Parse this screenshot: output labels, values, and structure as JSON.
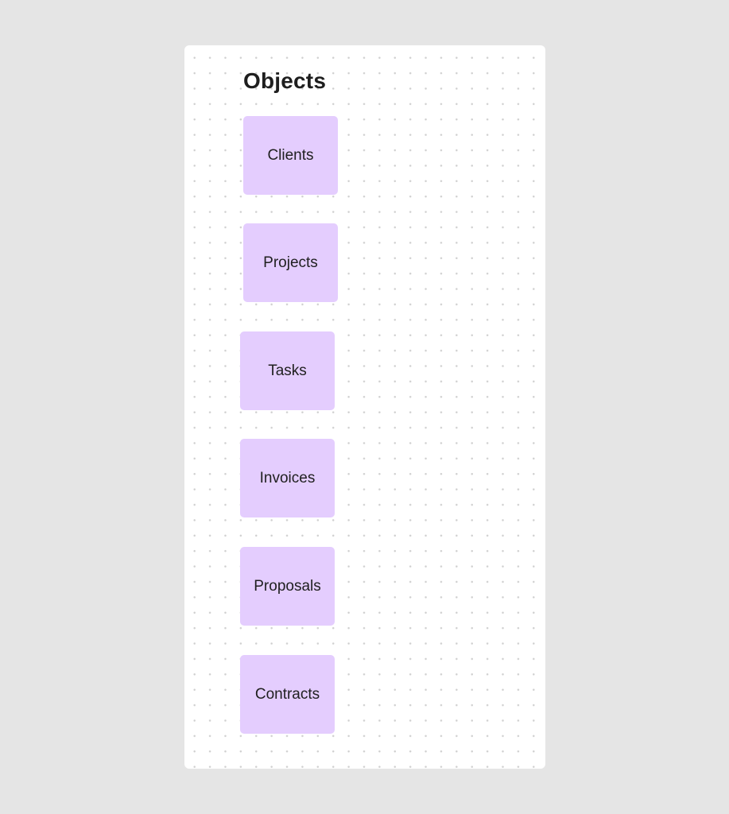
{
  "board": {
    "title": "Objects",
    "colors": {
      "page_background": "#e5e5e5",
      "board_background": "#ffffff",
      "sticky_fill": "#e4cdfe",
      "text": "#1f1f1f"
    },
    "stickies": [
      {
        "label": "Clients"
      },
      {
        "label": "Projects"
      },
      {
        "label": "Tasks"
      },
      {
        "label": "Invoices"
      },
      {
        "label": "Proposals"
      },
      {
        "label": "Contracts"
      }
    ]
  }
}
